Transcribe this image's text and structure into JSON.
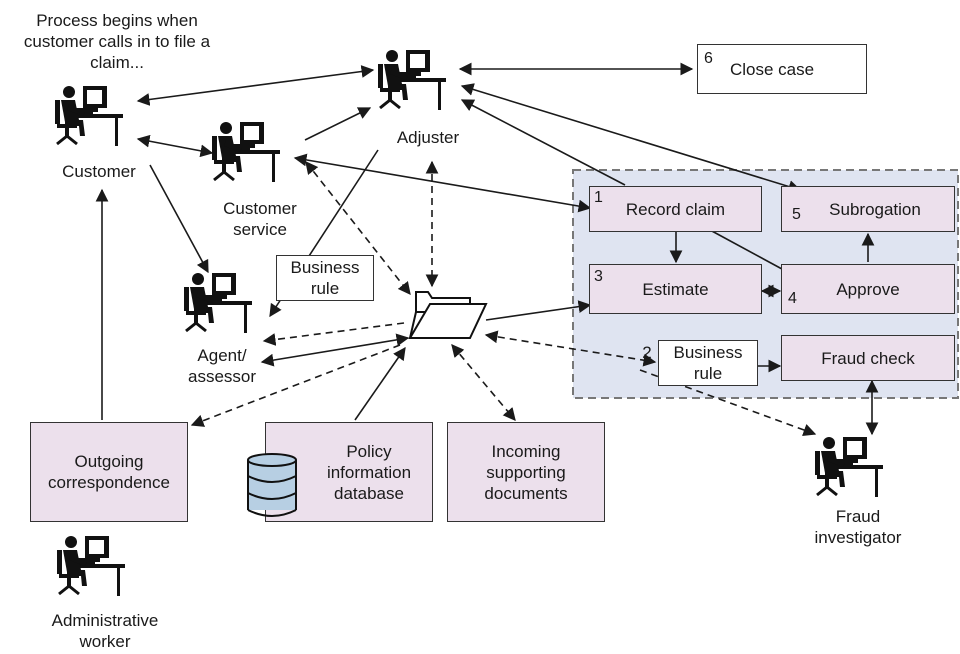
{
  "intro_note": "Process begins when customer calls in to file a claim...",
  "people": {
    "customer": "Customer",
    "customer_service": "Customer service",
    "adjuster": "Adjuster",
    "agent": "Agent/ assessor",
    "administrative": "Administrative worker",
    "fraud_investigator": "Fraud investigator"
  },
  "steps": {
    "record_claim": {
      "num": "1",
      "label": "Record claim"
    },
    "business_rule_2": {
      "num": "2",
      "label": "Business rule"
    },
    "estimate": {
      "num": "3",
      "label": "Estimate"
    },
    "approve": {
      "num": "4",
      "label": "Approve"
    },
    "subrogation": {
      "num": "5",
      "label": "Subrogation"
    },
    "close_case": {
      "num": "6",
      "label": "Close case"
    },
    "fraud_check": {
      "label": "Fraud check"
    }
  },
  "business_rule_1": "Business rule",
  "documents": {
    "outgoing": "Outgoing correspondence",
    "policy_db": "Policy information database",
    "incoming": "Incoming supporting documents"
  },
  "colors": {
    "process_fill": "#ece0ec",
    "workflow_region": "#dfe4f1",
    "db_fill": "#b7cfe3"
  }
}
